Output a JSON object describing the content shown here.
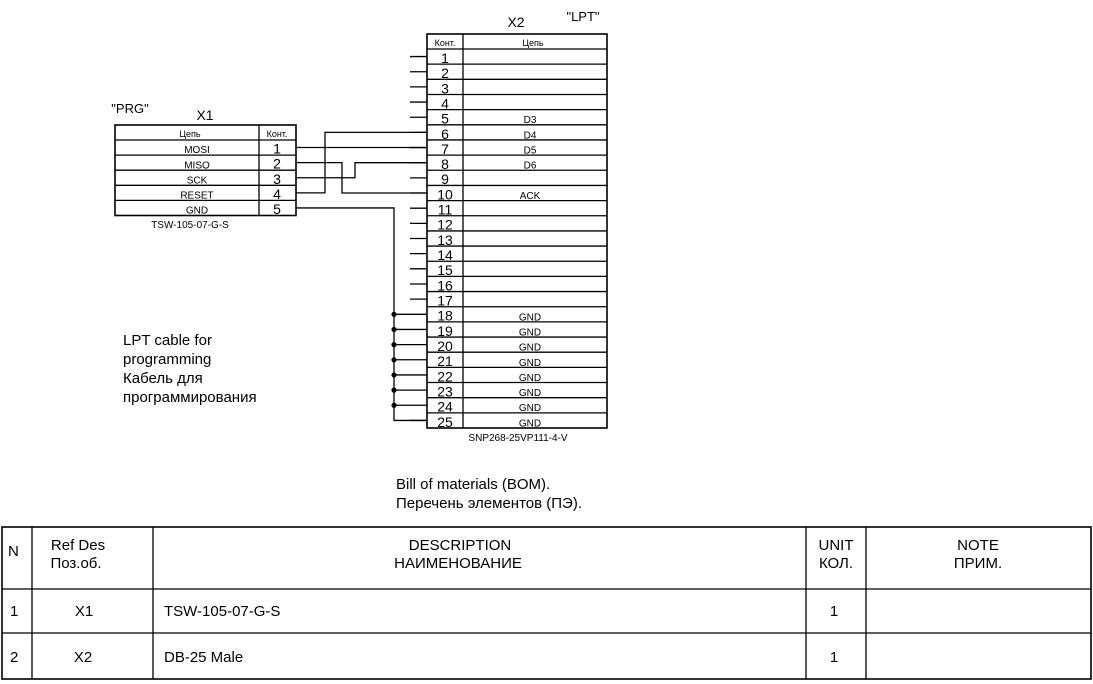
{
  "colors": {
    "ink": "#000000",
    "paper": "#ffffff"
  },
  "x1": {
    "quote_name": "\"PRG\"",
    "designator": "X1",
    "header_net": "Цепь",
    "header_pin": "Конт.",
    "pins": [
      {
        "net": "MOSI",
        "pin": "1"
      },
      {
        "net": "MISO",
        "pin": "2"
      },
      {
        "net": "SCK",
        "pin": "3"
      },
      {
        "net": "RESET",
        "pin": "4"
      },
      {
        "net": "GND",
        "pin": "5"
      }
    ],
    "part_number": "TSW-105-07-G-S"
  },
  "x2": {
    "quote_name": "\"LPT\"",
    "designator": "X2",
    "header_pin": "Конт.",
    "header_net": "Цепь",
    "pins": [
      {
        "pin": "1"
      },
      {
        "pin": "2"
      },
      {
        "pin": "3"
      },
      {
        "pin": "4"
      },
      {
        "pin": "5",
        "net": "D3"
      },
      {
        "pin": "6",
        "net": "D4"
      },
      {
        "pin": "7",
        "net": "D5"
      },
      {
        "pin": "8",
        "net": "D6"
      },
      {
        "pin": "9"
      },
      {
        "pin": "10",
        "net": "ACK"
      },
      {
        "pin": "11"
      },
      {
        "pin": "12"
      },
      {
        "pin": "13"
      },
      {
        "pin": "14"
      },
      {
        "pin": "15"
      },
      {
        "pin": "16"
      },
      {
        "pin": "17"
      },
      {
        "pin": "18",
        "net": "GND"
      },
      {
        "pin": "19",
        "net": "GND"
      },
      {
        "pin": "20",
        "net": "GND"
      },
      {
        "pin": "21",
        "net": "GND"
      },
      {
        "pin": "22",
        "net": "GND"
      },
      {
        "pin": "23",
        "net": "GND"
      },
      {
        "pin": "24",
        "net": "GND"
      },
      {
        "pin": "25",
        "net": "GND"
      }
    ],
    "part_number": "SNP268-25VP111-4-V"
  },
  "note": {
    "lines": [
      "LPT cable for",
      "programming",
      "Кабель для",
      "программирования"
    ]
  },
  "bom": {
    "title_en": "Bill of materials (BOM).",
    "title_ru": "Перечень элементов (ПЭ).",
    "headers": [
      {
        "en": "N"
      },
      {
        "en": "Ref Des",
        "ru": "Поз.об."
      },
      {
        "en": "DESCRIPTION",
        "ru": "НАИМЕНОВАНИЕ"
      },
      {
        "en": "UNIT",
        "ru": "КОЛ."
      },
      {
        "en": "NOTE",
        "ru": "ПРИМ."
      }
    ],
    "rows": [
      {
        "n": "1",
        "ref": "X1",
        "description": "TSW-105-07-G-S",
        "unit": "1"
      },
      {
        "n": "2",
        "ref": "X2",
        "description": "DB-25 Male",
        "unit": "1"
      }
    ]
  }
}
